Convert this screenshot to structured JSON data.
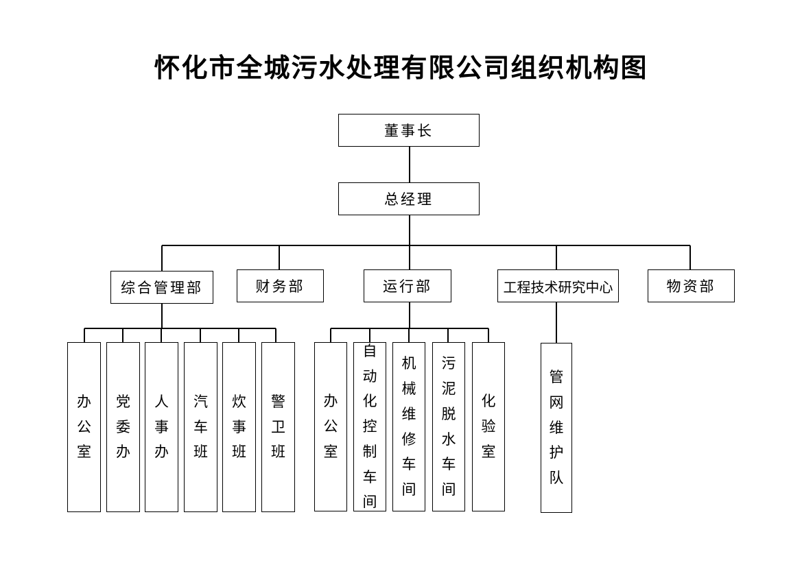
{
  "title": "怀化市全城污水处理有限公司组织机构图",
  "chairman": "董事长",
  "general_manager": "总经理",
  "departments": [
    {
      "name": "综合管理部",
      "units": [
        "办公室",
        "党委办",
        "人事办",
        "汽车班",
        "炊事班",
        "警卫班"
      ]
    },
    {
      "name": "财务部",
      "units": []
    },
    {
      "name": "运行部",
      "units": [
        "办公室",
        "自动化控制车间",
        "机械维修车间",
        "污泥脱水车间",
        "化验室"
      ]
    },
    {
      "name": "工程技术研究中心",
      "units": [
        "管网维护队"
      ]
    },
    {
      "name": "物资部",
      "units": []
    }
  ]
}
